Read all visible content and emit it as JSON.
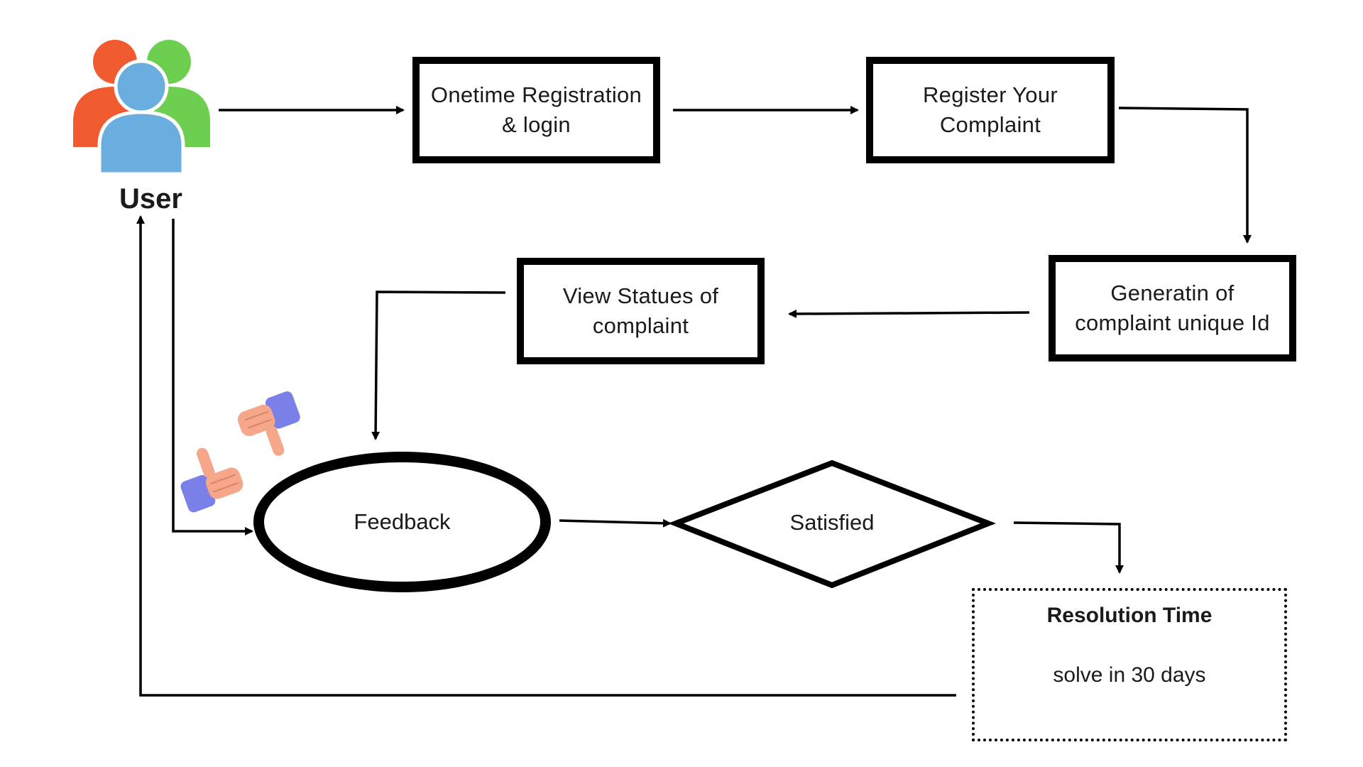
{
  "user": {
    "label": "User",
    "icon": "users-group-icon"
  },
  "nodes": {
    "registration": {
      "line1": "Onetime Registration",
      "line2": "& login"
    },
    "register_complaint": {
      "line1": "Register Your",
      "line2": "Complaint"
    },
    "generate_id": {
      "line1": "Generatin of",
      "line2": "complaint unique Id"
    },
    "view_status": {
      "line1": "View Statues of",
      "line2": "complaint"
    },
    "feedback": {
      "label": "Feedback",
      "icon": "thumbs-up-down-icon"
    },
    "satisfied": {
      "label": "Satisfied"
    },
    "resolution": {
      "title": "Resolution Time",
      "text": "solve in 30 days"
    }
  },
  "colors": {
    "user_left": "#f15a2f",
    "user_right": "#6ccf4f",
    "user_center": "#6aaee0",
    "thumb_skin": "#f6a78a",
    "thumb_cuff": "#7b7fe8"
  }
}
